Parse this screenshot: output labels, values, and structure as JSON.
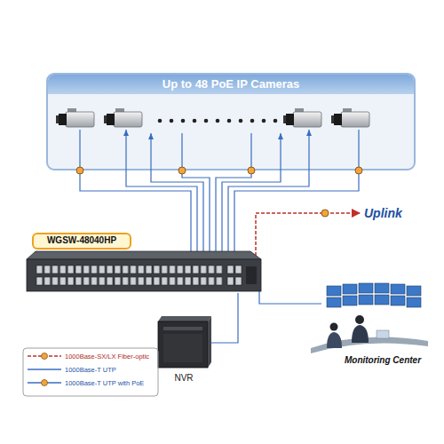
{
  "diagram": {
    "nodes": [
      {
        "text": [
          "Up to 48 PoE IP Cameras"
        ]
      },
      {
        "text": [
          "WGSW-48040HP"
        ]
      }
    ],
    "labels": [
      "Uplink",
      "NVR",
      "Monitoring Center"
    ],
    "legend": [
      {
        "text": "1000Base-SX/LX Fiber-optic"
      },
      {
        "text": "1000Base-T UTP"
      },
      {
        "text": "1000Base-T UTP with PoE"
      }
    ]
  }
}
